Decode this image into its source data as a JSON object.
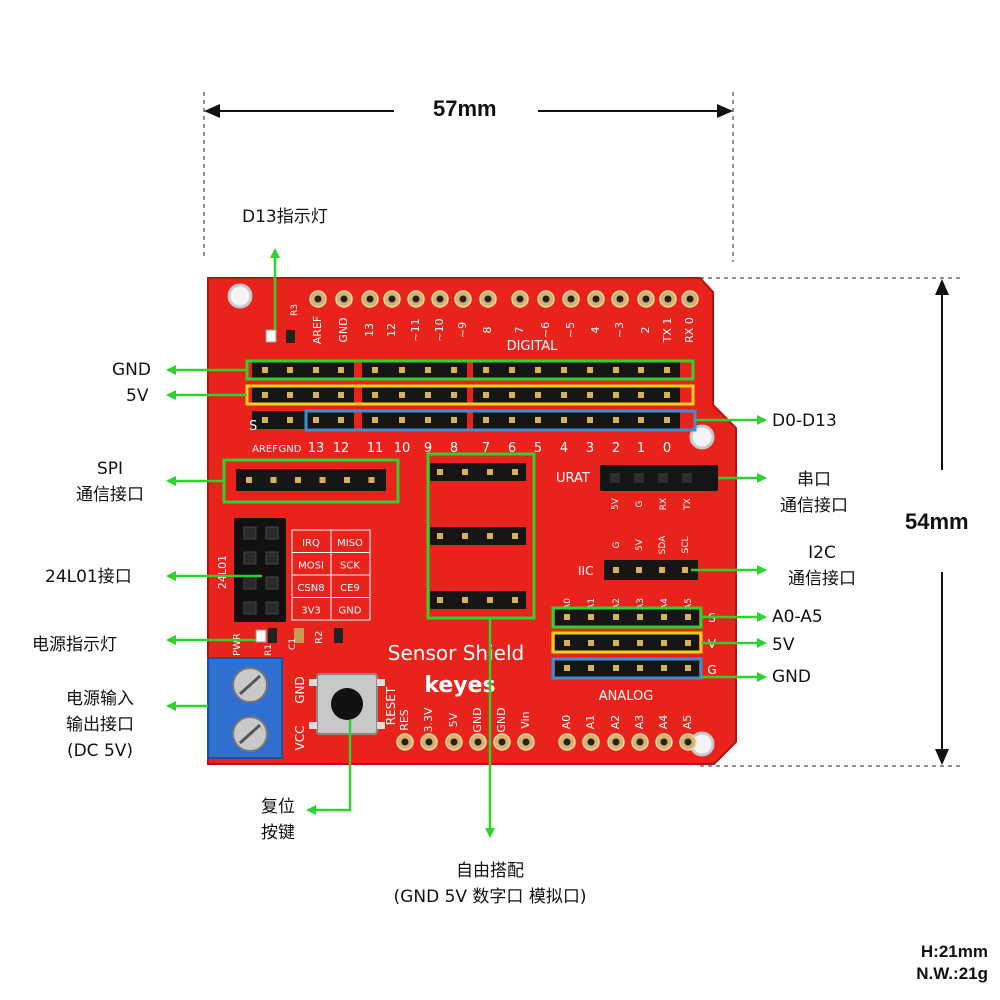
{
  "dimensions": {
    "width": "57mm",
    "height": "54mm"
  },
  "specs": {
    "height": "H:21mm",
    "weight": "N.W.:21g"
  },
  "callouts": {
    "d13_led": "D13指示灯",
    "gnd_top": "GND",
    "v5_top": "5V",
    "d0_d13": "D0-D13",
    "spi_line1": "SPI",
    "spi_line2": "通信接口",
    "serial_line1": "串口",
    "serial_line2": "通信接口",
    "nrf": "24L01接口",
    "i2c_line1": "I2C",
    "i2c_line2": "通信接口",
    "a0_a5": "A0-A5",
    "v5_bottom": "5V",
    "gnd_bottom": "GND",
    "power_led": "电源指示灯",
    "power_line1": "电源输入",
    "power_line2": "输出接口",
    "power_line3": "(DC 5V)",
    "reset_line1": "复位",
    "reset_line2": "按键",
    "free_line1": "自由搭配",
    "free_line2": "(GND 5V 数字口 模拟口)"
  },
  "board": {
    "digital_title": "DIGITAL",
    "analog_title": "ANALOG",
    "brand_line1": "Sensor Shield",
    "brand_line2": "keyes",
    "urat_label": "URAT",
    "iic_label": "IIC",
    "nrf_label": "24L01",
    "pwr_label": "PWR",
    "digital_bottom_labels": [
      "AREF",
      "GND",
      "13",
      "12",
      "11",
      "10",
      "9",
      "8",
      "7",
      "6",
      "5",
      "4",
      "3",
      "2",
      "1",
      "0"
    ],
    "digital_top_labels": [
      "AREF",
      "GND",
      "13",
      "12",
      "~11",
      "~10",
      "~9",
      "8",
      "7",
      "~6",
      "~5",
      "4",
      "~3",
      "2",
      "TX 1",
      "RX 0"
    ],
    "analog_labels": [
      "A0",
      "A1",
      "A2",
      "A3",
      "A4",
      "A5"
    ],
    "power_header_labels": [
      "RES",
      "3.3V",
      "5V",
      "GND",
      "GND",
      "Vin"
    ],
    "uart_pins": [
      "5V",
      "G",
      "RX",
      "TX"
    ],
    "i2c_pins": [
      "G",
      "5V",
      "SDA",
      "SCL"
    ],
    "nrf_pins": [
      "IRQ",
      "MISO",
      "MOSI",
      "SCK",
      "CSN8",
      "CE9",
      "3V3",
      "GND"
    ],
    "screw_terminal": [
      "GND",
      "VCC"
    ],
    "reset_label": "RESET",
    "srow_labels": [
      "S",
      "V",
      "G"
    ],
    "colors": {
      "pcb": "#e8231c",
      "header": "#161616",
      "outline_green": "#2ed12e",
      "outline_yellow": "#f0d21e",
      "outline_blue": "#3a8fd8",
      "terminal": "#2f6fd0"
    }
  }
}
